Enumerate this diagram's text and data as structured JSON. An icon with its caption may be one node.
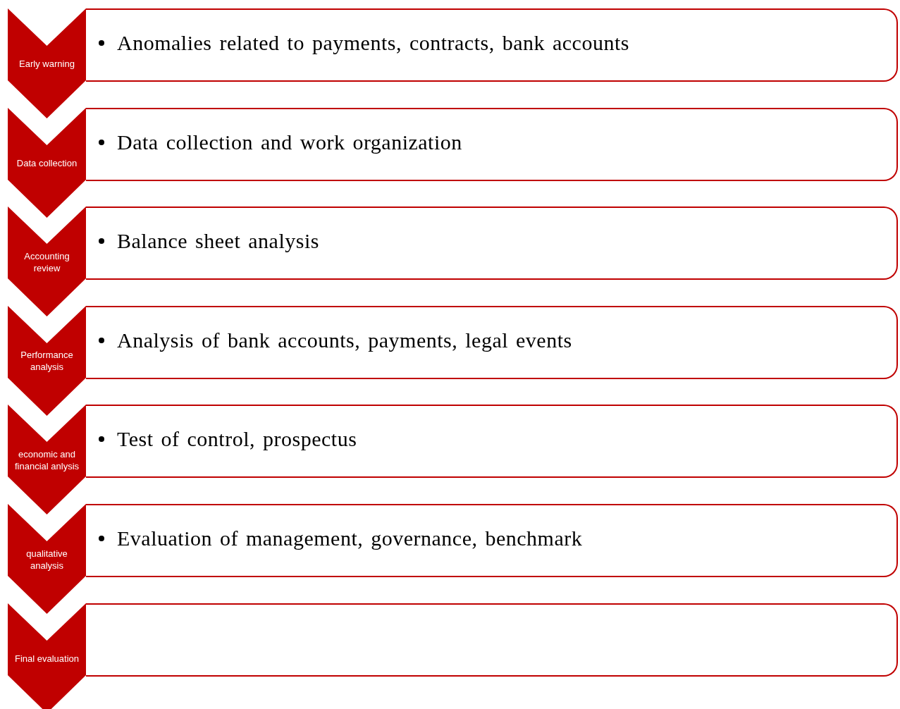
{
  "diagram": {
    "nodes": [
      {
        "text": [
          "Early warning"
        ]
      },
      {
        "text": [
          "Anomalies related to payments, contracts, bank accounts"
        ]
      },
      {
        "text": [
          "Data collection"
        ]
      },
      {
        "text": [
          "Data collection and work organization"
        ]
      },
      {
        "text": [
          "Accounting review"
        ]
      },
      {
        "text": [
          "Balance sheet analysis"
        ]
      },
      {
        "text": [
          "Performance analysis"
        ]
      },
      {
        "text": [
          "Analysis of bank accounts, payments, legal events"
        ]
      },
      {
        "text": [
          "economic and financial anlysis"
        ]
      },
      {
        "text": [
          "Test of control, prospectus"
        ]
      },
      {
        "text": [
          "qualitative analysis"
        ]
      },
      {
        "text": [
          "Evaluation of management, governance, benchmark"
        ]
      },
      {
        "text": [
          "Final evaluation"
        ]
      },
      {
        "text": [],
        "shape": "box"
      }
    ]
  }
}
